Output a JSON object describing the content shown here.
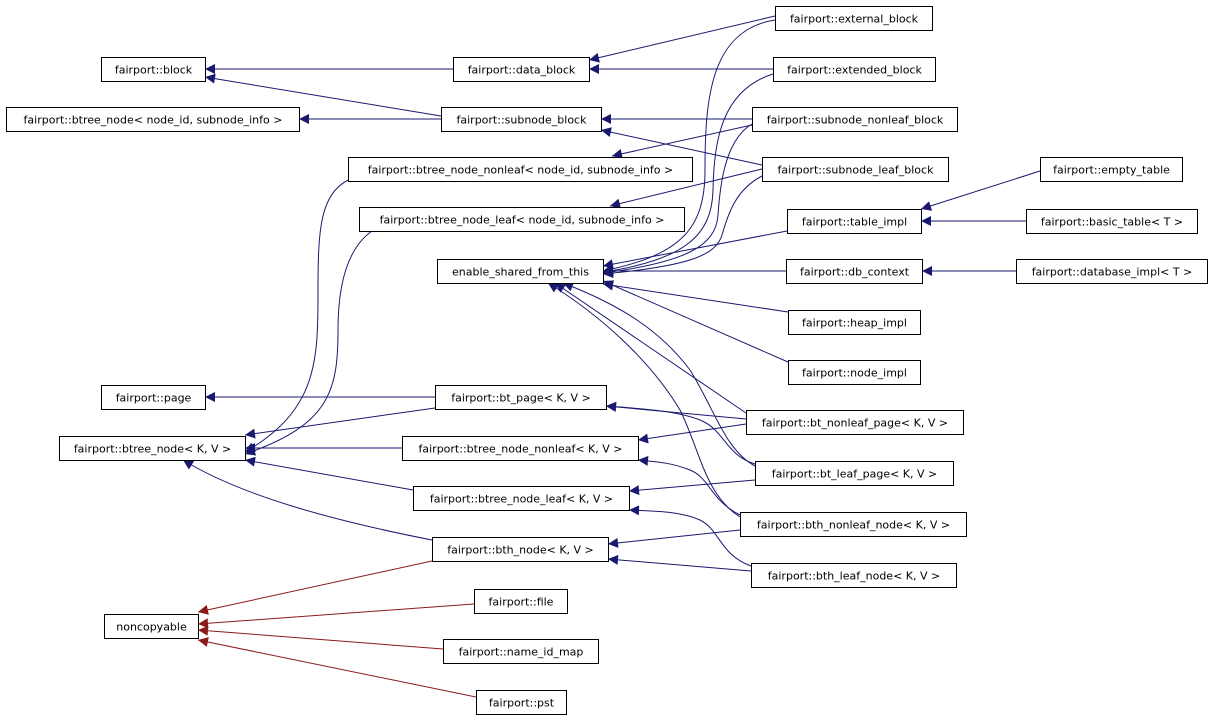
{
  "diagram": {
    "title": "",
    "colors": {
      "inherit_edge": "#191970",
      "noncopyable_edge": "#8b1a1a",
      "node_border": "#000000"
    },
    "nodes": [
      {
        "id": "block",
        "label": "fairport::block"
      },
      {
        "id": "data_block",
        "label": "fairport::data_block"
      },
      {
        "id": "external_block",
        "label": "fairport::external_block"
      },
      {
        "id": "extended_block",
        "label": "fairport::extended_block"
      },
      {
        "id": "btree_node_ni",
        "label": "fairport::btree_node< node_id, subnode_info >"
      },
      {
        "id": "subnode_block",
        "label": "fairport::subnode_block"
      },
      {
        "id": "subnode_nonleaf_block",
        "label": "fairport::subnode_nonleaf_block"
      },
      {
        "id": "btree_node_nonleaf_ni",
        "label": "fairport::btree_node_nonleaf< node_id, subnode_info >"
      },
      {
        "id": "subnode_leaf_block",
        "label": "fairport::subnode_leaf_block"
      },
      {
        "id": "empty_table",
        "label": "fairport::empty_table"
      },
      {
        "id": "btree_node_leaf_ni",
        "label": "fairport::btree_node_leaf< node_id, subnode_info >"
      },
      {
        "id": "table_impl",
        "label": "fairport::table_impl"
      },
      {
        "id": "basic_table",
        "label": "fairport::basic_table< T >"
      },
      {
        "id": "enable_shared",
        "label": "enable_shared_from_this"
      },
      {
        "id": "db_context",
        "label": "fairport::db_context"
      },
      {
        "id": "database_impl",
        "label": "fairport::database_impl< T >"
      },
      {
        "id": "heap_impl",
        "label": "fairport::heap_impl"
      },
      {
        "id": "node_impl",
        "label": "fairport::node_impl"
      },
      {
        "id": "page",
        "label": "fairport::page"
      },
      {
        "id": "bt_page",
        "label": "fairport::bt_page< K, V >"
      },
      {
        "id": "bt_nonleaf_page",
        "label": "fairport::bt_nonleaf_page< K, V >"
      },
      {
        "id": "btree_node_kv",
        "label": "fairport::btree_node< K, V >"
      },
      {
        "id": "btree_node_nonleaf_kv",
        "label": "fairport::btree_node_nonleaf< K, V >"
      },
      {
        "id": "bt_leaf_page",
        "label": "fairport::bt_leaf_page< K, V >"
      },
      {
        "id": "btree_node_leaf_kv",
        "label": "fairport::btree_node_leaf< K, V >"
      },
      {
        "id": "bth_nonleaf_node",
        "label": "fairport::bth_nonleaf_node< K, V >"
      },
      {
        "id": "bth_node",
        "label": "fairport::bth_node< K, V >"
      },
      {
        "id": "bth_leaf_node",
        "label": "fairport::bth_leaf_node< K, V >"
      },
      {
        "id": "file",
        "label": "fairport::file"
      },
      {
        "id": "noncopyable",
        "label": "noncopyable"
      },
      {
        "id": "name_id_map",
        "label": "fairport::name_id_map"
      },
      {
        "id": "pst",
        "label": "fairport::pst"
      }
    ]
  }
}
